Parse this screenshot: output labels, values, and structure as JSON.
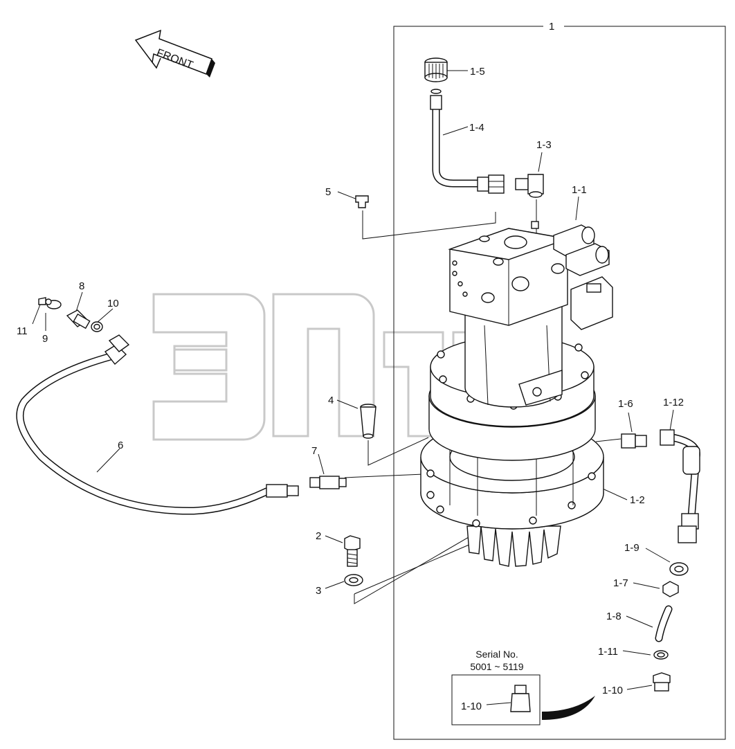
{
  "diagram": {
    "front_arrow_label": "FRONT",
    "serial_box": {
      "line1": "Serial No.",
      "line2": "5001 ~ 5119",
      "label": "1-10"
    },
    "corner_mark": "",
    "callouts": {
      "c1": "1",
      "c1_5": "1-5",
      "c1_4": "1-4",
      "c1_3": "1-3",
      "c1_1": "1-1",
      "c5": "5",
      "c8": "8",
      "c10": "10",
      "c11": "11",
      "c9": "9",
      "c4": "4",
      "c6": "6",
      "c7": "7",
      "c1_6": "1-6",
      "c1_12": "1-12",
      "c1_2": "1-2",
      "c2": "2",
      "c3": "3",
      "c1_9": "1-9",
      "c1_7": "1-7",
      "c1_8": "1-8",
      "c1_11": "1-11",
      "c1_10": "1-10"
    }
  }
}
